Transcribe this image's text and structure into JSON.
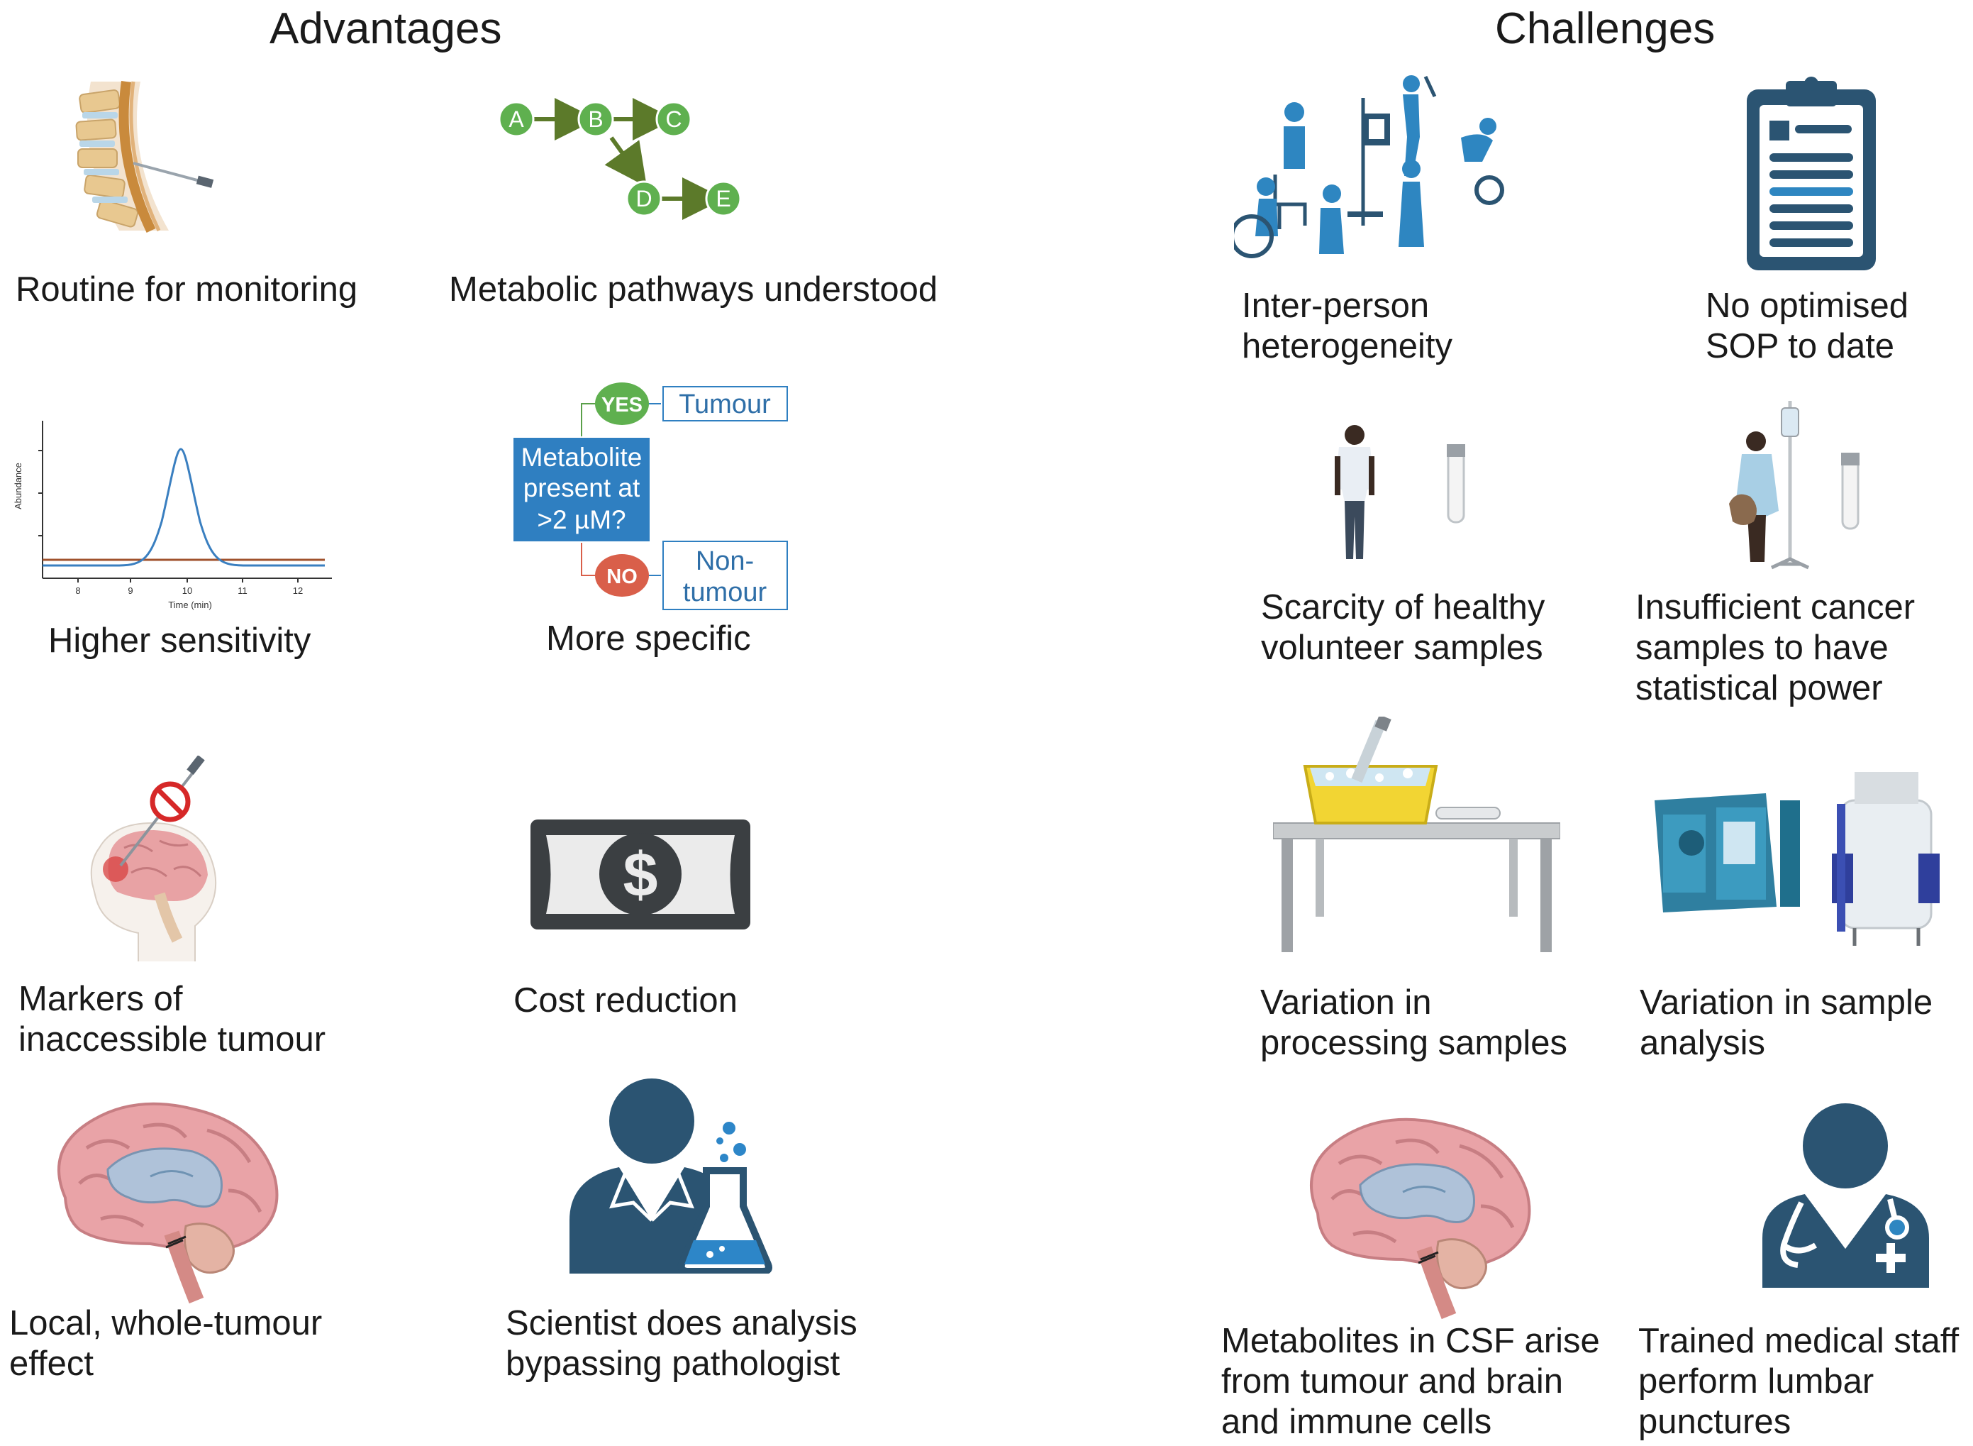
{
  "advantages": {
    "title": "Advantages",
    "items": [
      {
        "label": "Routine for monitoring",
        "icon": "spine-needle-icon"
      },
      {
        "label": "Metabolic pathways understood",
        "icon": "pathway-icon",
        "nodes": [
          "A",
          "B",
          "C",
          "D",
          "E"
        ]
      },
      {
        "label": "Higher sensitivity",
        "icon": "chromatogram-icon",
        "ylabel": "Abundance",
        "xlabel": "Time (min)",
        "ticks": [
          "8",
          "9",
          "10",
          "11",
          "12"
        ]
      },
      {
        "label": "More specific",
        "icon": "decision-flowchart-icon",
        "question": "Metabolite\npresent at\n>2 µM?",
        "yes": "YES",
        "no": "NO",
        "yes_outcome": "Tumour",
        "no_outcome": "Non-\ntumour"
      },
      {
        "label": "Markers of\ninaccessible tumour",
        "icon": "brain-no-biopsy-icon"
      },
      {
        "label": "Cost reduction",
        "icon": "dollar-bill-icon",
        "symbol": "$"
      },
      {
        "label": "Local, whole-tumour\neffect",
        "icon": "brain-icon"
      },
      {
        "label": "Scientist does analysis\nbypassing pathologist",
        "icon": "scientist-icon"
      }
    ]
  },
  "challenges": {
    "title": "Challenges",
    "items": [
      {
        "label": "Inter-person\nheterogeneity",
        "icon": "people-activities-icon"
      },
      {
        "label": "No optimised\nSOP to date",
        "icon": "clipboard-icon"
      },
      {
        "label": "Scarcity of healthy\nvolunteer samples",
        "icon": "healthy-person-tube-icon"
      },
      {
        "label": "Insufficient cancer\nsamples to have\nstatistical power",
        "icon": "patient-drip-tube-icon"
      },
      {
        "label": "Variation in\nprocessing samples",
        "icon": "ice-bath-bench-icon"
      },
      {
        "label": "Variation in sample\nanalysis",
        "icon": "ms-nmr-instrument-icon"
      },
      {
        "label": "Metabolites in CSF arise\nfrom tumour and brain\nand immune cells",
        "icon": "brain-icon"
      },
      {
        "label": "Trained medical staff\nperform lumbar\npunctures",
        "icon": "doctor-icon"
      }
    ]
  },
  "colors": {
    "green": "#5fb04f",
    "arrow": "#5c7a2a",
    "blue": "#2f7fc1",
    "red": "#d95f4a",
    "navy": "#2b5472",
    "person": "#2e86c1"
  }
}
